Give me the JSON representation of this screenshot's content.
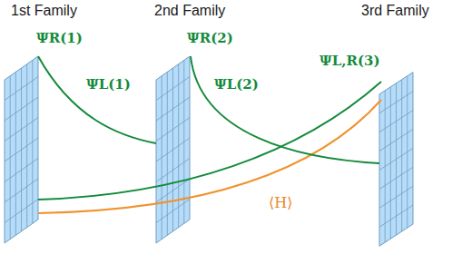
{
  "diagram": {
    "nodes": [
      {
        "text": [
          "1st Family"
        ]
      },
      {
        "text": [
          "2nd Family"
        ]
      },
      {
        "text": [
          "3rd Family"
        ]
      }
    ],
    "labels": [
      "ΨR(1)",
      "ΨL(1)",
      "ΨR(2)",
      "ΨL(2)",
      "ΨL,R(3)",
      "⟨H⟩"
    ]
  }
}
